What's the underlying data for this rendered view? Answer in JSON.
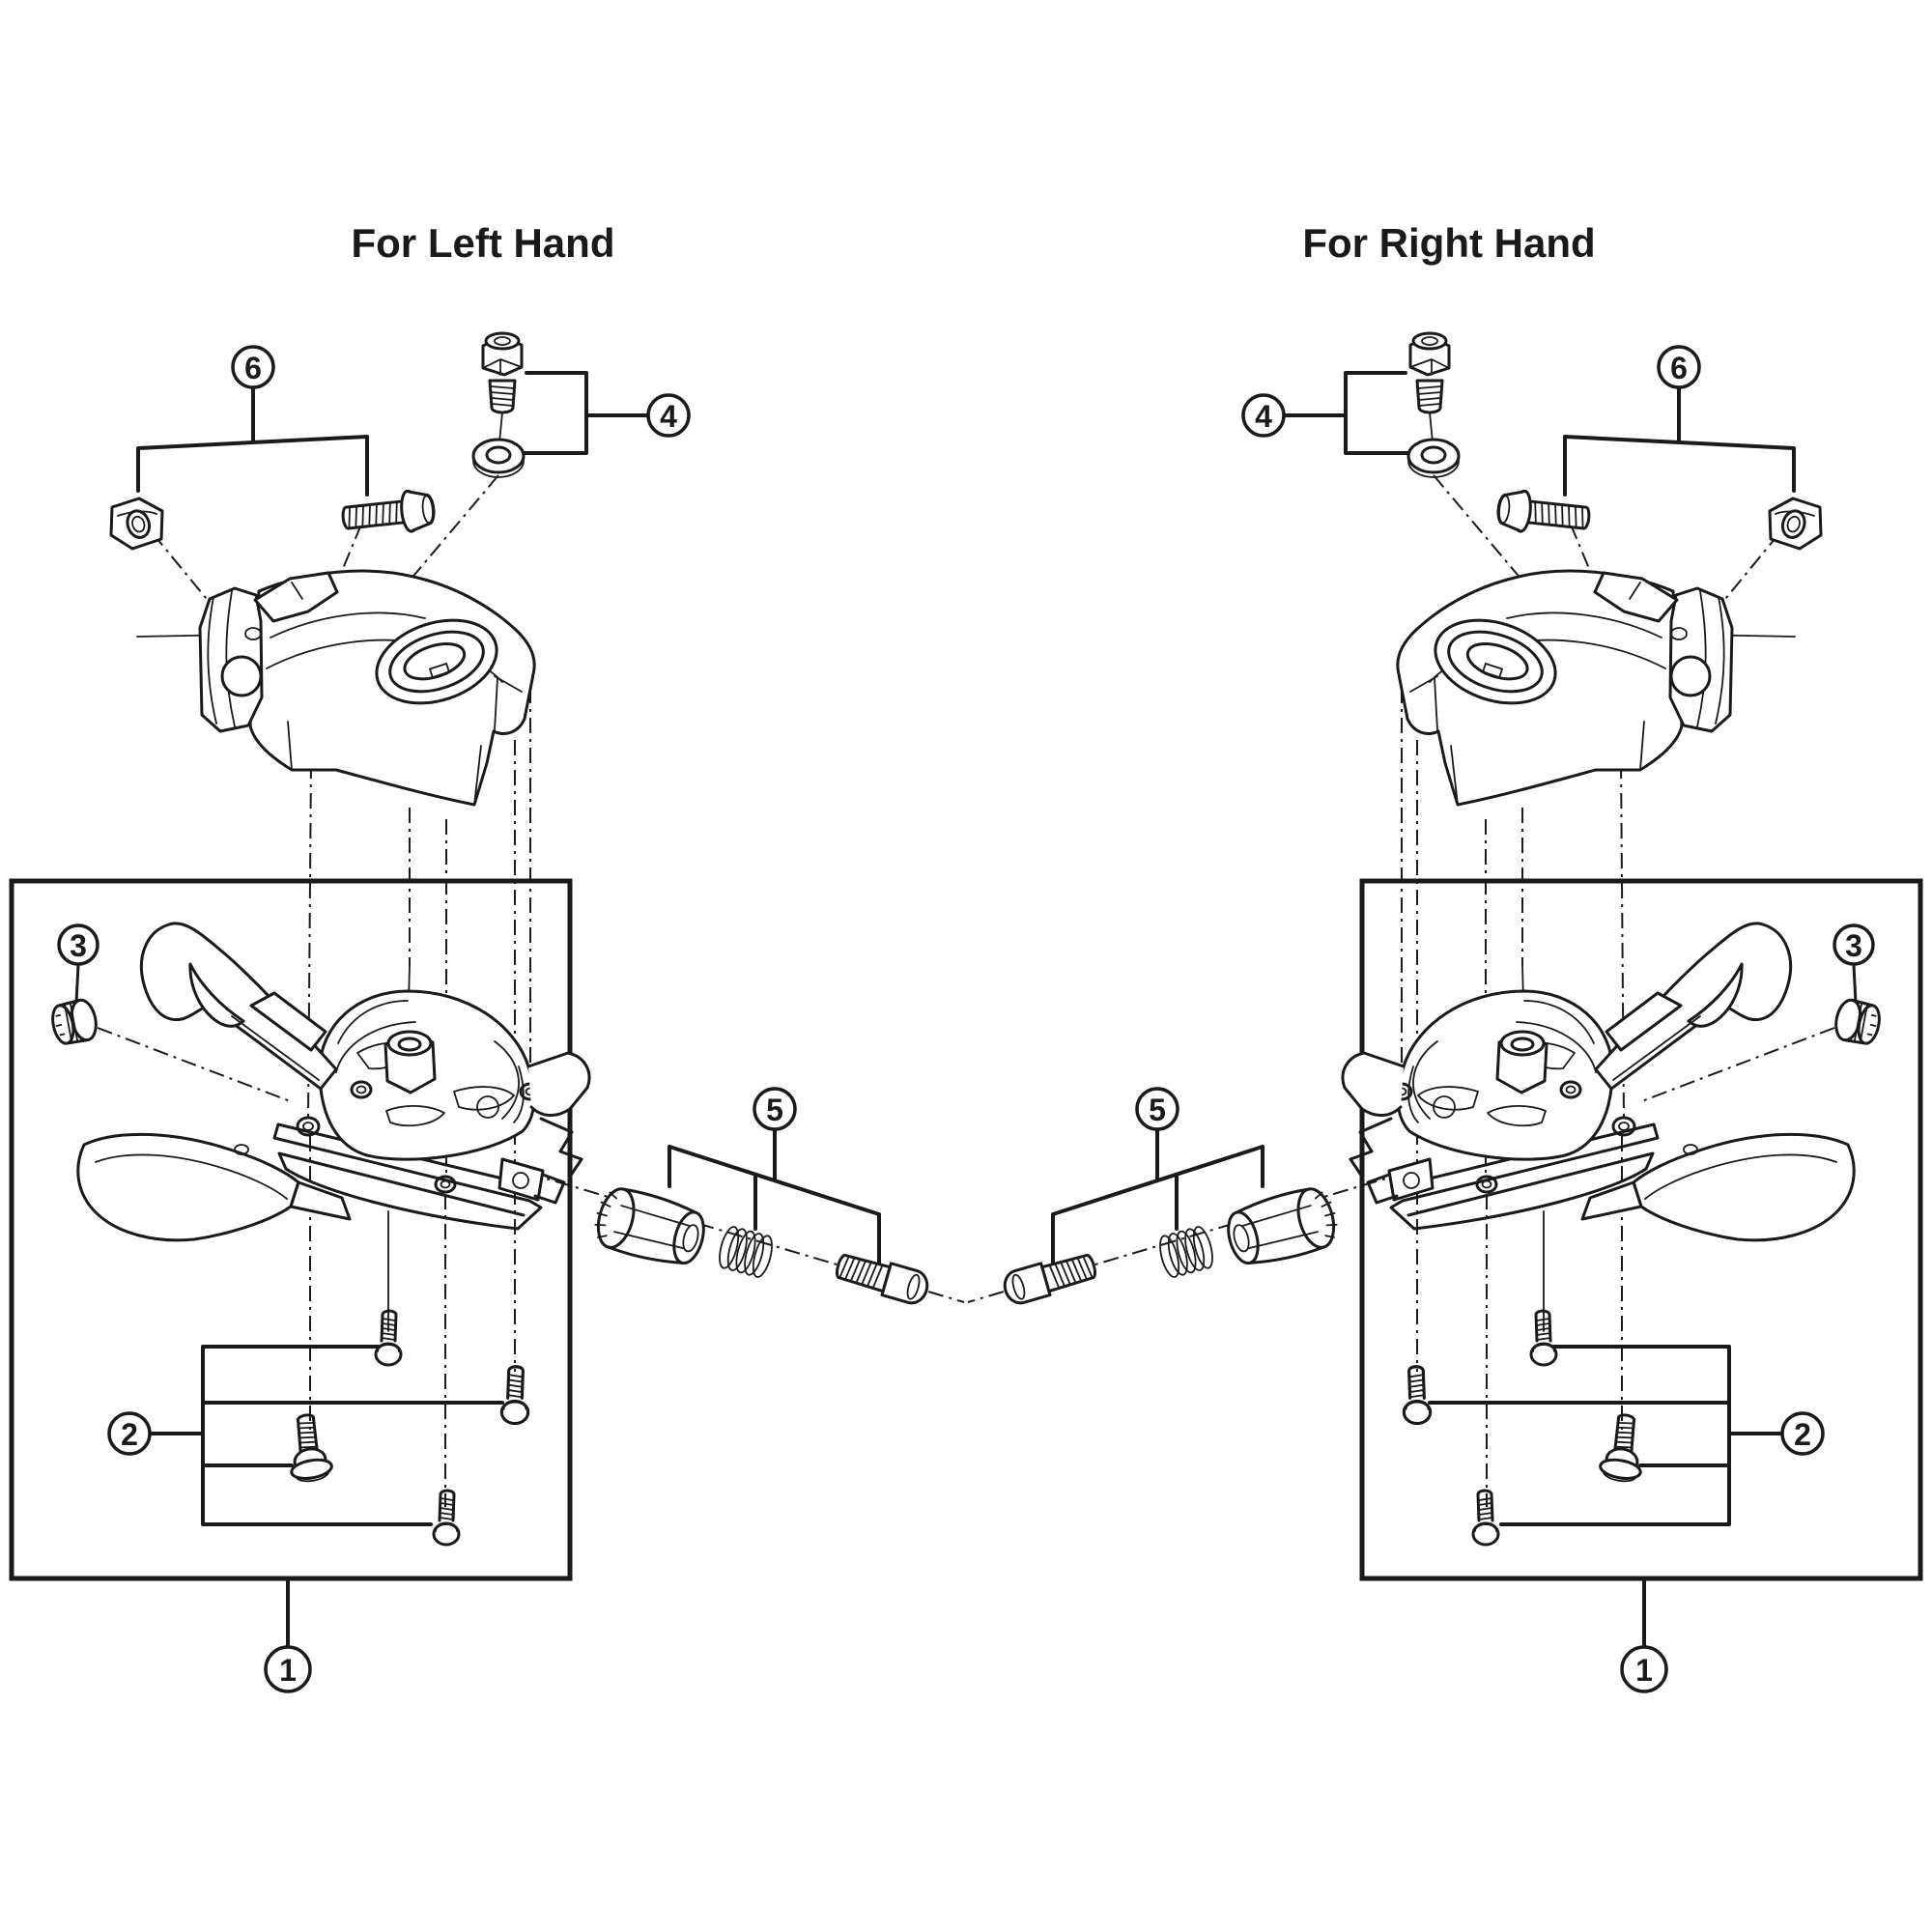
{
  "titles": {
    "left": "For Left Hand",
    "right": "For Right Hand"
  },
  "callouts": {
    "left": {
      "c1": "1",
      "c2": "2",
      "c3": "3",
      "c4": "4",
      "c5": "5",
      "c6": "6"
    },
    "right": {
      "c1": "1",
      "c2": "2",
      "c3": "3",
      "c4": "4",
      "c5": "5",
      "c6": "6"
    }
  },
  "colors": {
    "line": "#1a1a1a",
    "bg": "#ffffff"
  }
}
